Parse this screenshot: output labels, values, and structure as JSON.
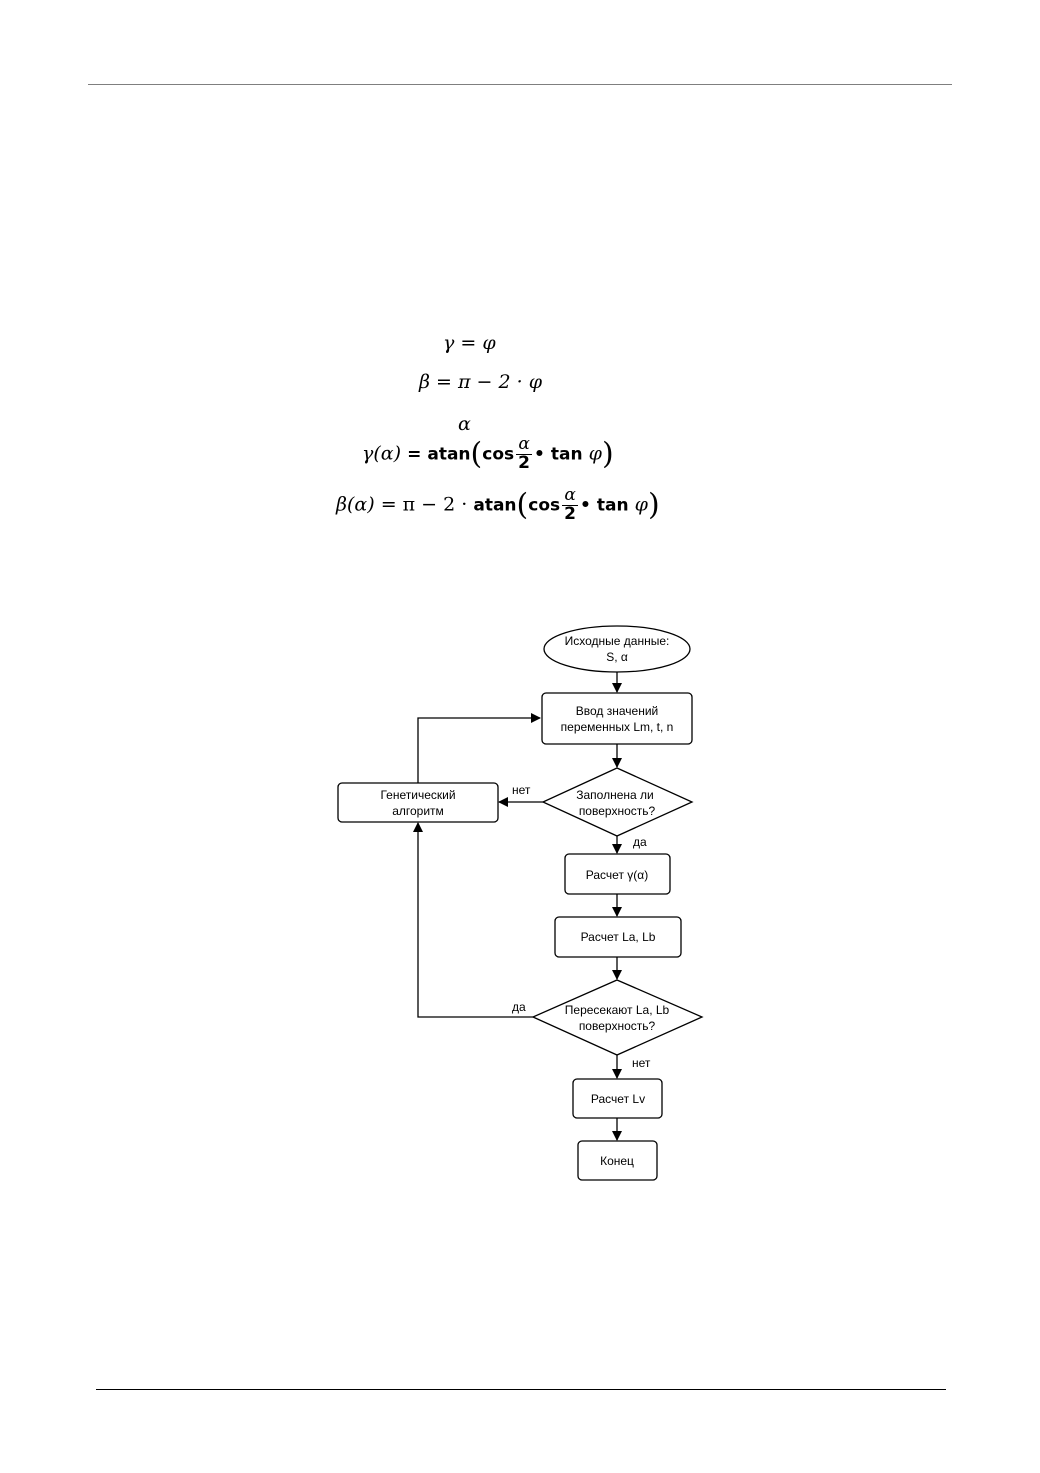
{
  "formulas": {
    "f1": {
      "lhs": "γ",
      "eq": "=",
      "rhs": "φ"
    },
    "f2": {
      "lhs": "β",
      "eq": "=",
      "rhs": "π − 2 · φ"
    },
    "f3": {
      "text": "α"
    },
    "f4": {
      "lhs": "γ(α)",
      "eq": "=",
      "func": "atan",
      "cos": "cos",
      "num": "α",
      "den": "2",
      "dot": "•",
      "tan": "tan",
      "var": "φ"
    },
    "f5": {
      "lhs": "β(α)",
      "eq": "=",
      "prefix": "π − 2 ·",
      "func": "atan",
      "cos": "cos",
      "num": "α",
      "den": "2",
      "dot": "•",
      "tan": "tan",
      "var": "φ"
    }
  },
  "flowchart": {
    "start": {
      "line1": "Исходные данные:",
      "line2": "S, α"
    },
    "input": {
      "line1": "Ввод значений",
      "line2": "переменных Lm, t, n"
    },
    "decision1": {
      "line1": "Заполнена ли",
      "line2": "поверхность?"
    },
    "genetic": {
      "line1": "Генетический",
      "line2": "алгоритм"
    },
    "label_no1": "нет",
    "label_yes1": "да",
    "calc_gamma": "Расчет γ(α)",
    "calc_lalb": "Расчет La, Lb",
    "decision2": {
      "line1": "Пересекают La, Lb",
      "line2": "поверхность?"
    },
    "label_yes2": "да",
    "label_no2": "нет",
    "calc_lv": "Расчет Lv",
    "end": "Конец"
  }
}
